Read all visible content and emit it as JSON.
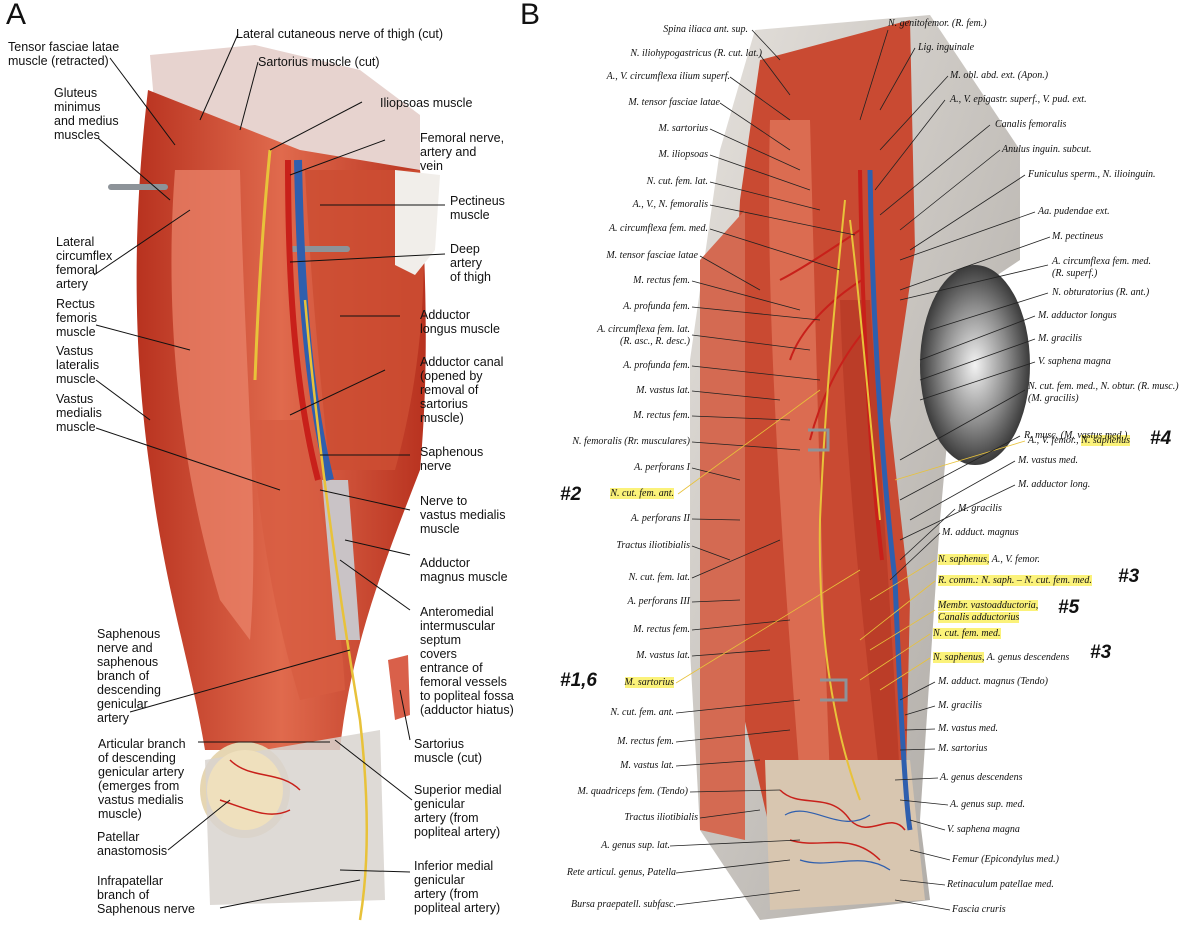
{
  "panels": [
    {
      "letter": "A"
    },
    {
      "letter": "B"
    }
  ],
  "panel_a_labels": [
    "Tensor fasciae latae\nmuscle (retracted)",
    "Lateral cutaneous nerve of thigh (cut)",
    "Sartorius muscle (cut)",
    "Iliopsoas muscle",
    "Gluteus\nminimus\nand medius\nmuscles",
    "Femoral nerve,\nartery and\nvein",
    "Pectineus\nmuscle",
    "Deep\nartery\nof thigh",
    "Lateral\ncircumflex\nfemoral\nartery",
    "Adductor\nlongus muscle",
    "Rectus\nfemoris\nmuscle",
    "Vastus\nlateralis\nmuscle",
    "Adductor canal\n(opened by\nremoval of\nsartorius\nmuscle)",
    "Vastus\nmedialis\nmuscle",
    "Saphenous\nnerve",
    "Nerve to\nvastus medialis\nmuscle",
    "Adductor\nmagnus muscle",
    "Anteromedial\nintermuscular\nseptum\ncovers\nentrance of\nfemoral vessels\nto popliteal fossa\n(adductor hiatus)",
    "Saphenous\nnerve and\nsaphenous\nbranch of\ndescending\ngenicular\nartery",
    "Sartorius\nmuscle (cut)",
    "Articular branch\nof descending\ngenicular artery\n(emerges from\nvastus medialis\nmuscle)",
    "Superior medial\ngenicular\nartery (from\npopliteal artery)",
    "Patellar\nanastomosis",
    "Infrapatellar\nbranch of\nSaphenous nerve",
    "Inferior medial\ngenicular\nartery (from\npopliteal artery)"
  ],
  "panel_b_left_labels": [
    "Spina iliaca ant. sup.",
    "N. iliohypogastricus (R. cut. lat.)",
    "A., V. circumflexa ilium superf.",
    "M. tensor fasciae latae",
    "M. sartorius",
    "M. iliopsoas",
    "N. cut. fem. lat.",
    "A., V., N. femoralis",
    "A. circumflexa fem. med.",
    "M. tensor fasciae latae",
    "M. rectus fem.",
    "A. profunda fem.",
    "A. circumflexa fem. lat.\n(R. asc., R. desc.)",
    "A. profunda fem.",
    "M. vastus lat.",
    "M. rectus fem.",
    "N. femoralis (Rr. musculares)",
    "A. perforans I",
    "N. cut. fem. ant.",
    "A. perforans II",
    "Tractus iliotibialis",
    "N. cut. fem. lat.",
    "A. perforans III",
    "M. rectus fem.",
    "M. vastus lat.",
    "M. sartorius",
    "N. cut. fem. ant.",
    "M. rectus fem.",
    "M. vastus lat.",
    "M. quadriceps fem. (Tendo)",
    "Tractus iliotibialis",
    "A. genus sup. lat.",
    "Rete articul. genus, Patella",
    "Bursa praepatell. subfasc."
  ],
  "panel_b_right_labels": [
    "N. genitofemor. (R. fem.)",
    "Lig. inguinale",
    "M. obl. abd. ext. (Apon.)",
    "A., V. epigastr. superf., V. pud. ext.",
    "Canalis femoralis",
    "Anulus inguin. subcut.",
    "Funiculus sperm., N. ilioinguin.",
    "Aa. pudendae ext.",
    "M. pectineus",
    "A. circumflexa fem. med.\n(R. superf.)",
    "N. obturatorius (R. ant.)",
    "M. adductor longus",
    "M. gracilis",
    "V. saphena magna",
    "N. cut. fem. med., N. obtur. (R. musc.)\n(M. gracilis)",
    "A., V. femor.,",
    "N. saphenus",
    "R. musc. (M. vastus med.)",
    "M. vastus med.",
    "M. adductor long.",
    "M. gracilis",
    "M. adduct. magnus",
    "N. saphenus,",
    "A., V. femor.",
    "R. comm.: N. saph. – N. cut. fem. med.",
    "Membr. vastoadductoria,\nCanalis adductorius",
    "N. cut. fem. med.",
    "N. saphenus,",
    "A. genus descendens",
    "M. adduct. magnus (Tendo)",
    "M. gracilis",
    "M. vastus med.",
    "M. sartorius",
    "A. genus descendens",
    "A. genus sup. med.",
    "V. saphena magna",
    "Femur (Epicondylus med.)",
    "Retinaculum patellae med.",
    "Fascia cruris"
  ],
  "annotation_tags": [
    "#1,6",
    "#2",
    "#3",
    "#3",
    "#4",
    "#5"
  ],
  "colors": {
    "muscle": "#c9412a",
    "muscle_light": "#e3755c",
    "vein": "#2f5fae",
    "artery": "#c8201a",
    "nerve": "#e8c23a",
    "highlight": "#fbf27a",
    "fascia": "#cfcac4",
    "fascia_dark": "#9e9a96",
    "bone": "#e9d9b8"
  }
}
